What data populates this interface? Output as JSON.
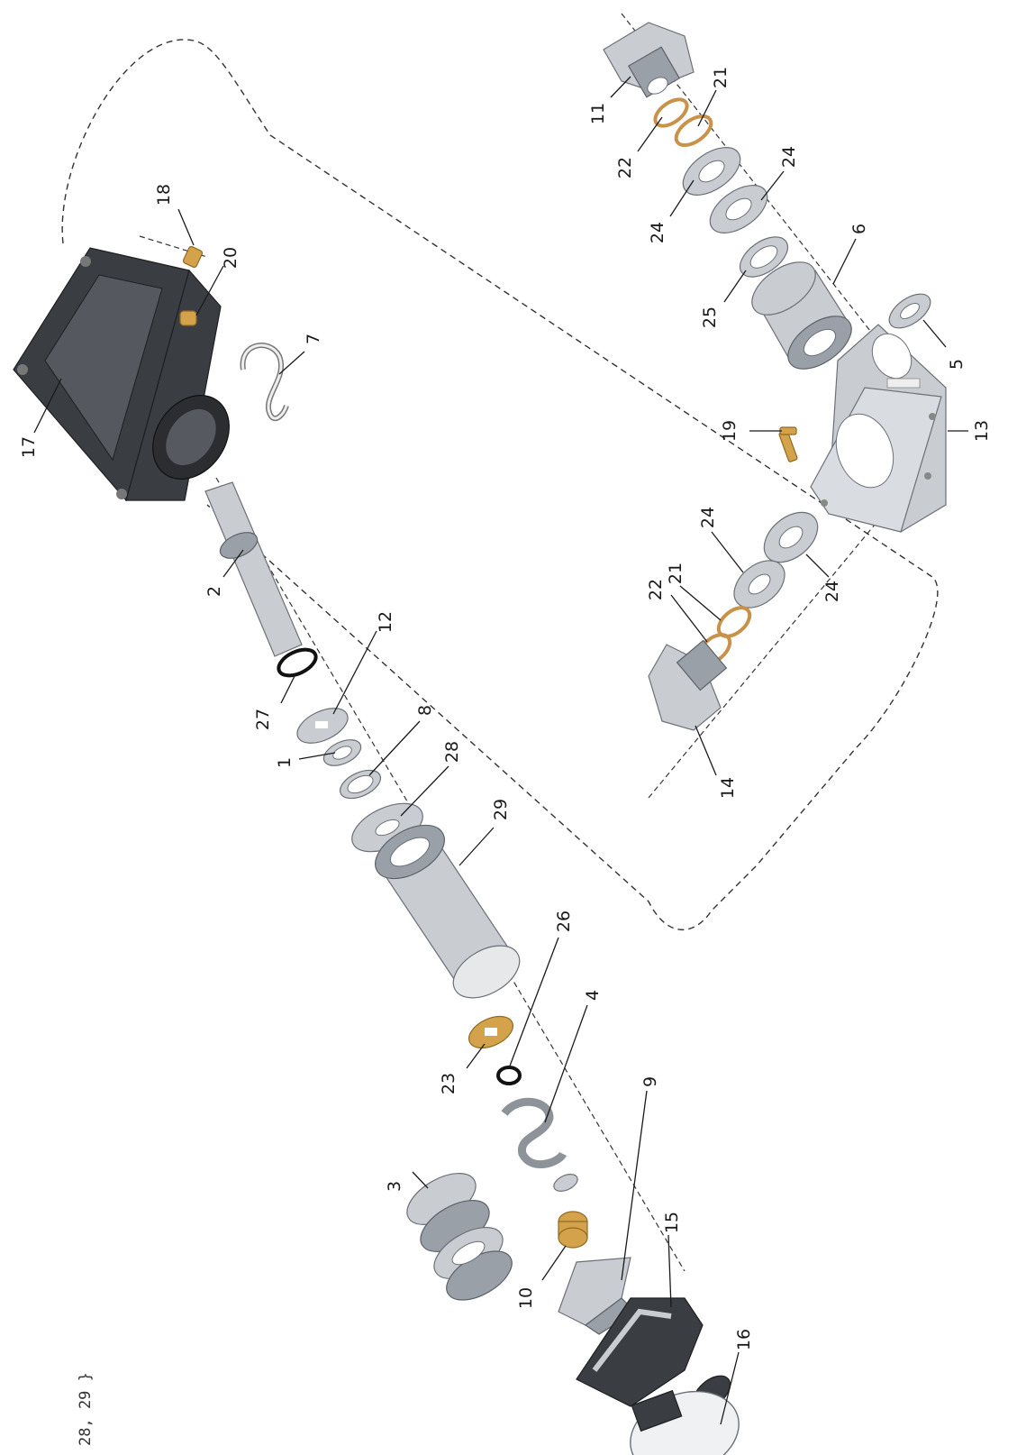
{
  "corner_text": "28, 29 }",
  "labels": {
    "p1": "1",
    "p2": "2",
    "p3": "3",
    "p4": "4",
    "p5": "5",
    "p6": "6",
    "p7": "7",
    "p8": "8",
    "p9": "9",
    "p10": "10",
    "p11": "11",
    "p12": "12",
    "p13": "13",
    "p14": "14",
    "p15": "15",
    "p16": "16",
    "p17": "17",
    "p18": "18",
    "p19": "19",
    "p20": "20",
    "p21a": "21",
    "p21b": "21",
    "p22a": "22",
    "p22b": "22",
    "p23": "23",
    "p24a": "24",
    "p24b": "24",
    "p24c": "24",
    "p24d": "24",
    "p25": "25",
    "p26": "26",
    "p27": "27",
    "p28": "28",
    "p29": "29"
  },
  "colors": {
    "metal": "#c9cdd2",
    "dark_housing": "#3a3d42",
    "brass": "#d4a24a",
    "oring": "#111111"
  }
}
